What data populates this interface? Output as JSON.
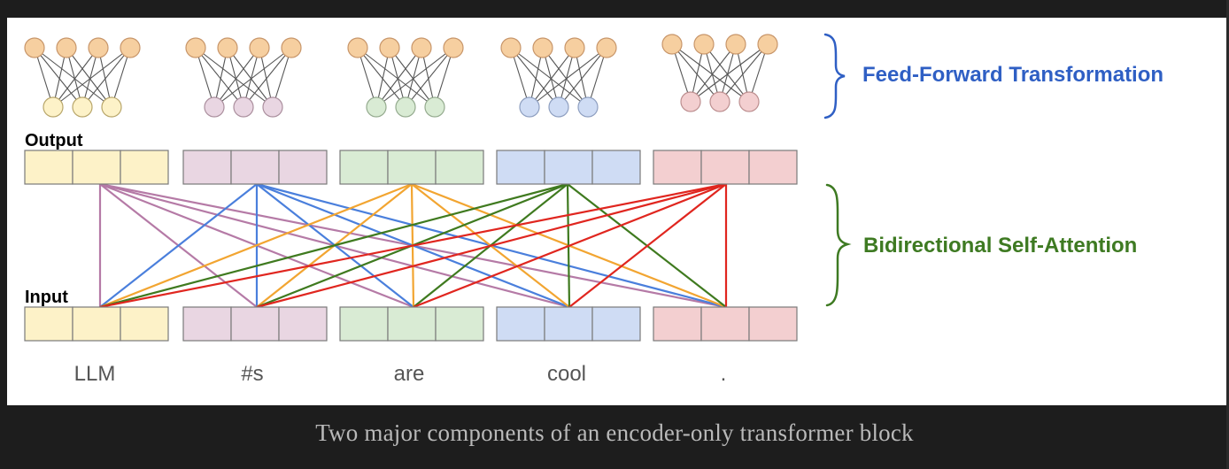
{
  "labels": {
    "output": "Output",
    "input": "Input",
    "feed_forward": "Feed-Forward Transformation",
    "self_attention": "Bidirectional Self-Attention"
  },
  "caption": "Two major components of an encoder-only transformer block",
  "tokens": [
    "LLM",
    "#s",
    "are",
    "cool",
    "."
  ],
  "colors": {
    "top_node": "#f6cfa0",
    "top_node_stroke": "#c8966a",
    "token_fill": [
      "#fdf2c8",
      "#e9d6e2",
      "#d9ebd4",
      "#cfdcf4",
      "#f3cfd0"
    ],
    "token_stroke": [
      "#b8a66a",
      "#ab8f9e",
      "#95ab8f",
      "#8e9fc0",
      "#bd8f90"
    ],
    "edge_colors": [
      "#b57aa6",
      "#4a7fdc",
      "#f2a531",
      "#3f7a1f",
      "#e0261f"
    ],
    "feed_forward_brace": "#2f5fc4",
    "feed_forward_text": "#2f5fc4",
    "self_attention_brace": "#3e7a22",
    "self_attention_text": "#3e7a22",
    "mesh_line": "#555555"
  },
  "icons": [
    "curly-brace-icon"
  ]
}
